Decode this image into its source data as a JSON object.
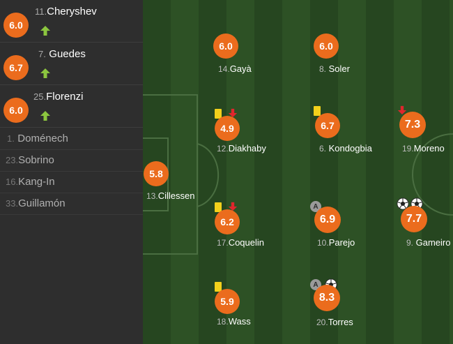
{
  "substitutes": [
    {
      "number": "11.",
      "name": "Cheryshev",
      "rating": "6.0",
      "icon": "arrow-up-icon"
    },
    {
      "number": "7.",
      "name": "Guedes",
      "rating": "6.7",
      "icon": "arrow-up-icon"
    },
    {
      "number": "25.",
      "name": "Florenzi",
      "rating": "6.0",
      "icon": "arrow-up-icon"
    }
  ],
  "bench": [
    {
      "number": "1.",
      "name": "Doménech"
    },
    {
      "number": "23.",
      "name": "Sobrino"
    },
    {
      "number": "16.",
      "name": "Kang-In"
    },
    {
      "number": "33.",
      "name": "Guillamón"
    }
  ],
  "lineup": {
    "gaya": {
      "number": "14.",
      "name": "Gayà",
      "rating": "6.0"
    },
    "soler": {
      "number": "8.",
      "name": "Soler",
      "rating": "6.0"
    },
    "diakhaby": {
      "number": "12.",
      "name": "Diakhaby",
      "rating": "4.9",
      "icons": [
        "yellow-card-icon",
        "arrow-down-icon"
      ]
    },
    "kondogbia": {
      "number": "6.",
      "name": "Kondogbia",
      "rating": "6.7",
      "icons": [
        "yellow-card-icon"
      ]
    },
    "moreno": {
      "number": "19.",
      "name": "Moreno",
      "rating": "7.3",
      "icons": [
        "arrow-down-icon"
      ]
    },
    "cillessen": {
      "number": "13.",
      "name": "Cillessen",
      "rating": "5.8"
    },
    "coquelin": {
      "number": "17.",
      "name": "Coquelin",
      "rating": "6.2",
      "icons": [
        "yellow-card-icon",
        "arrow-down-icon"
      ]
    },
    "parejo": {
      "number": "10.",
      "name": "Parejo",
      "rating": "6.9",
      "captain": "A",
      "icons": [
        "captain-icon"
      ]
    },
    "gameiro": {
      "number": "9.",
      "name": "Gameiro",
      "rating": "7.7",
      "icons": [
        "goal-ball-icon",
        "goal-ball-icon"
      ]
    },
    "wass": {
      "number": "18.",
      "name": "Wass",
      "rating": "5.9",
      "icons": [
        "yellow-card-icon"
      ]
    },
    "torres": {
      "number": "20.",
      "name": "Torres",
      "rating": "8.3",
      "captain": "A",
      "icons": [
        "captain-icon",
        "goal-ball-icon"
      ]
    }
  },
  "colors": {
    "rating_badge": "#eb6c1d",
    "yellow_card": "#f3d01b",
    "sub_in_arrow": "#8cc63f",
    "sub_out_arrow": "#e0262d",
    "pitch_dark": "#264620",
    "pitch_light": "#2d5125",
    "sidebar_bg": "#2e2e2e"
  }
}
